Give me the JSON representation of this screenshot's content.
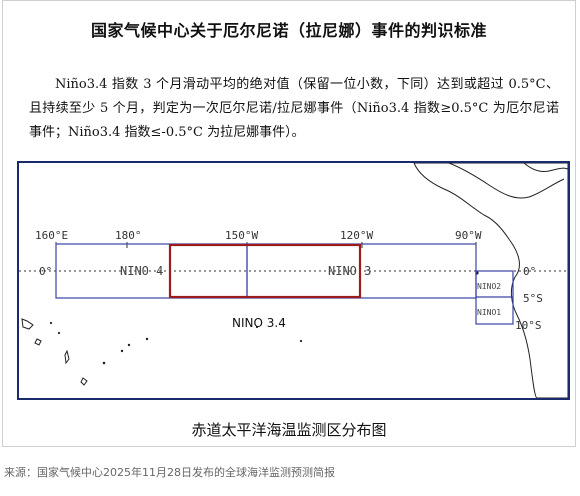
{
  "title": "国家气候中心关于厄尔尼诺（拉尼娜）事件的判识标准",
  "paragraph": "Niño3.4 指数 3 个月滑动平均的绝对值（保留一位小数，下同）达到或超过 0.5°C、且持续至少 5 个月，判定为一次厄尔尼诺/拉尼娜事件（Niño3.4 指数≥0.5°C 为厄尔尼诺事件；Niño3.4 指数≤-0.5°C 为拉尼娜事件）。",
  "map": {
    "longitude_labels": [
      "160°E",
      "180°",
      "150°W",
      "120°W",
      "90°W"
    ],
    "latitude_labels": [
      "0°",
      "0°",
      "5°S",
      "10°S"
    ],
    "regions": [
      "NINO 4",
      "NINO 3",
      "NINO2",
      "NINO1"
    ],
    "highlight_label": "NINO 3.4",
    "colors": {
      "boxes": "#3a44a6",
      "highlight": "#9b1c1c",
      "frame": "#1a2a6c"
    }
  },
  "caption": "赤道太平洋海温监测区分布图",
  "source": "来源：国家气候中心2025年11月28日发布的全球海洋监测预测简报"
}
